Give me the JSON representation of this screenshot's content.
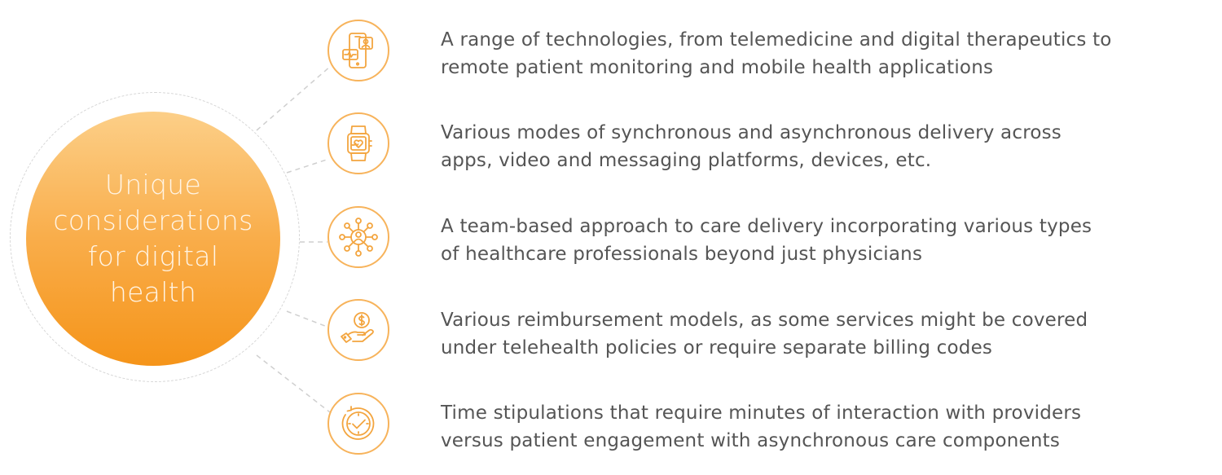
{
  "hub": {
    "title": "Unique\nconsiderations\nfor digital\nhealth"
  },
  "items": [
    {
      "icon": "mobile-health-apps-icon",
      "line1": "A range of technologies, from telemedicine and digital therapeutics to",
      "line2": "remote patient monitoring and mobile health applications"
    },
    {
      "icon": "smartwatch-heart-icon",
      "line1": "Various modes of synchronous and asynchronous delivery across",
      "line2": "apps, video and messaging platforms, devices, etc."
    },
    {
      "icon": "team-network-icon",
      "line1": "A team-based approach to care delivery incorporating various types",
      "line2": "of healthcare professionals beyond just physicians"
    },
    {
      "icon": "hand-coin-dollar-icon",
      "line1": "Various reimbursement models, as some services might be covered",
      "line2": "under telehealth policies or require separate billing codes"
    },
    {
      "icon": "clock-checkmark-icon",
      "line1": "Time stipulations that require minutes of interaction with providers",
      "line2": "versus patient engagement with asynchronous care components"
    }
  ],
  "colors": {
    "accent": "#f7b35b",
    "hub_top": "#fccf88",
    "hub_bottom": "#f59419",
    "text": "#555555",
    "connector": "#cfcfcf"
  }
}
